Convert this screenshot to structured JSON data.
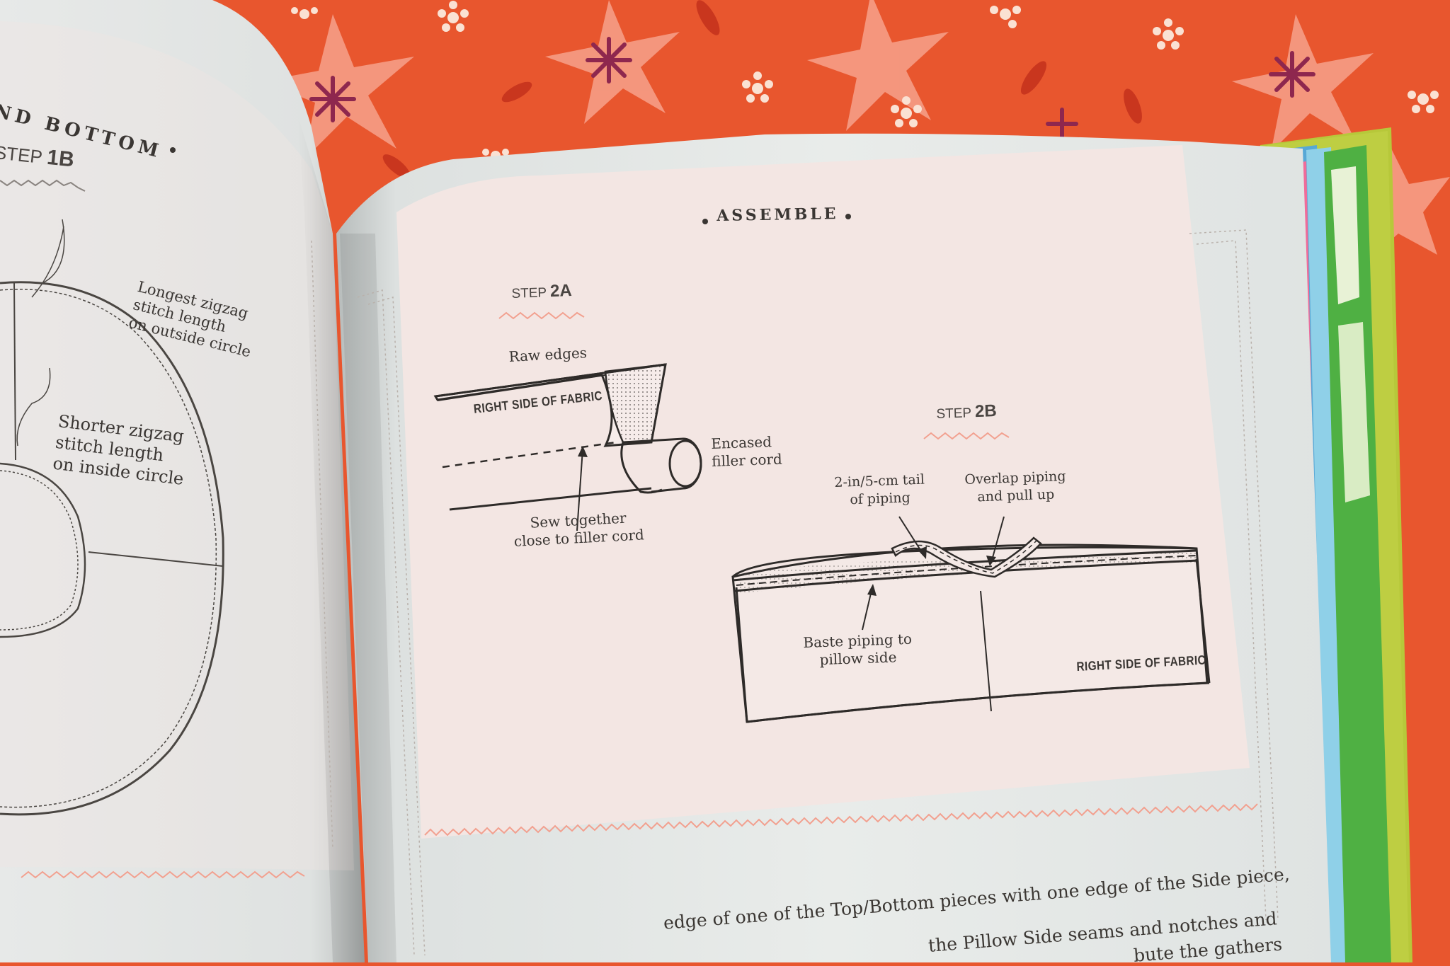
{
  "left_page": {
    "section_title": "ND BOTTOM",
    "step_prefix": "STEP",
    "step_number": "1B",
    "label_longest": [
      "Longest zigzag",
      "stitch length",
      "on outside circle"
    ],
    "label_shorter": [
      "Shorter zigzag",
      "stitch length",
      "on inside circle"
    ]
  },
  "right_page": {
    "title": "ASSEMBLE",
    "step_2a_prefix": "STEP",
    "step_2a_number": "2A",
    "step_2b_prefix": "STEP",
    "step_2b_number": "2B",
    "raw_edges": "Raw edges",
    "right_side_fabric_a": "RIGHT SIDE OF FABRIC",
    "encased_filler_cord": [
      "Encased",
      "filler cord"
    ],
    "sew_together": [
      "Sew together",
      "close to filler cord"
    ],
    "tail_of_piping": [
      "2-in/5-cm tail",
      "of piping"
    ],
    "overlap_piping": [
      "Overlap piping",
      "and pull up"
    ],
    "baste_piping": [
      "Baste piping to",
      "pillow side"
    ],
    "right_side_fabric_b": "RIGHT SIDE OF FABRIC",
    "body_lines": [
      "edge of one of the Top/Bottom pieces with one edge of the Side piece,",
      "the Pillow Side seams and notches and",
      "bute the gathers"
    ]
  },
  "colors": {
    "tablecloth": "#e8562e",
    "page": "#eef0ee",
    "panel": "#f3e6e3",
    "ink": "#3a3633",
    "accent": "#f2a08f"
  }
}
